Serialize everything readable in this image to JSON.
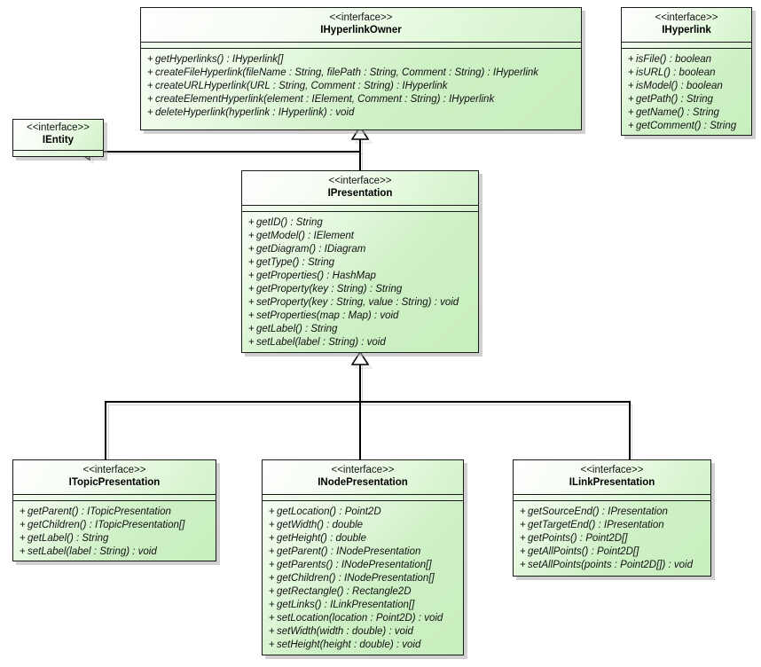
{
  "diagram": {
    "title": "UML Interface Class Diagram",
    "type": "uml-class-diagram",
    "background_color": "#ffffff",
    "class_fill_color": "#cdf0c4",
    "class_border_color": "#1a1a1a",
    "shadow_color": "#aaaaaa"
  },
  "classes": {
    "ihyperlinkowner": {
      "stereotype": "<<interface>>",
      "name": "IHyperlinkOwner",
      "operations": [
        {
          "visibility": "+",
          "signature": "getHyperlinks() : IHyperlink[]"
        },
        {
          "visibility": "+",
          "signature": "createFileHyperlink(fileName : String, filePath : String, Comment : String) : IHyperlink"
        },
        {
          "visibility": "+",
          "signature": "createURLHyperlink(URL : String, Comment : String) : IHyperlink"
        },
        {
          "visibility": "+",
          "signature": "createElementHyperlink(element : IElement, Comment : String) : IHyperlink"
        },
        {
          "visibility": "+",
          "signature": "deleteHyperlink(hyperlink : IHyperlink) : void"
        }
      ]
    },
    "ihyperlink": {
      "stereotype": "<<interface>>",
      "name": "IHyperlink",
      "operations": [
        {
          "visibility": "+",
          "signature": "isFile() : boolean"
        },
        {
          "visibility": "+",
          "signature": "isURL() : boolean"
        },
        {
          "visibility": "+",
          "signature": "isModel() : boolean"
        },
        {
          "visibility": "+",
          "signature": "getPath() : String"
        },
        {
          "visibility": "+",
          "signature": "getName() : String"
        },
        {
          "visibility": "+",
          "signature": "getComment() : String"
        }
      ]
    },
    "ientity": {
      "stereotype": "<<interface>>",
      "name": "IEntity",
      "operations": []
    },
    "ipresentation": {
      "stereotype": "<<interface>>",
      "name": "IPresentation",
      "operations": [
        {
          "visibility": "+",
          "signature": "getID() : String"
        },
        {
          "visibility": "+",
          "signature": "getModel() : IElement"
        },
        {
          "visibility": "+",
          "signature": "getDiagram() : IDiagram"
        },
        {
          "visibility": "+",
          "signature": "getType() : String"
        },
        {
          "visibility": "+",
          "signature": "getProperties() : HashMap"
        },
        {
          "visibility": "+",
          "signature": "getProperty(key : String) : String"
        },
        {
          "visibility": "+",
          "signature": "setProperty(key : String, value : String) : void"
        },
        {
          "visibility": "+",
          "signature": "setProperties(map : Map) : void"
        },
        {
          "visibility": "+",
          "signature": "getLabel() : String"
        },
        {
          "visibility": "+",
          "signature": "setLabel(label : String) : void"
        }
      ]
    },
    "itopicpresentation": {
      "stereotype": "<<interface>>",
      "name": "ITopicPresentation",
      "operations": [
        {
          "visibility": "+",
          "signature": "getParent() : ITopicPresentation"
        },
        {
          "visibility": "+",
          "signature": "getChildren() : ITopicPresentation[]"
        },
        {
          "visibility": "+",
          "signature": "getLabel() : String"
        },
        {
          "visibility": "+",
          "signature": "setLabel(label : String) : void"
        }
      ]
    },
    "inodepresentation": {
      "stereotype": "<<interface>>",
      "name": "INodePresentation",
      "operations": [
        {
          "visibility": "+",
          "signature": "getLocation() : Point2D"
        },
        {
          "visibility": "+",
          "signature": "getWidth() : double"
        },
        {
          "visibility": "+",
          "signature": "getHeight() : double"
        },
        {
          "visibility": "+",
          "signature": "getParent() : INodePresentation"
        },
        {
          "visibility": "+",
          "signature": "getParents() : INodePresentation[]"
        },
        {
          "visibility": "+",
          "signature": "getChildren() : INodePresentation[]"
        },
        {
          "visibility": "+",
          "signature": "getRectangle() : Rectangle2D"
        },
        {
          "visibility": "+",
          "signature": "getLinks() : ILinkPresentation[]"
        },
        {
          "visibility": "+",
          "signature": "setLocation(location : Point2D) : void"
        },
        {
          "visibility": "+",
          "signature": "setWidth(width : double) : void"
        },
        {
          "visibility": "+",
          "signature": "setHeight(height : double) : void"
        }
      ]
    },
    "ilinkpresentation": {
      "stereotype": "<<interface>>",
      "name": "ILinkPresentation",
      "operations": [
        {
          "visibility": "+",
          "signature": "getSourceEnd() : IPresentation"
        },
        {
          "visibility": "+",
          "signature": "getTargetEnd() : IPresentation"
        },
        {
          "visibility": "+",
          "signature": "getPoints() : Point2D[]"
        },
        {
          "visibility": "+",
          "signature": "getAllPoints() : Point2D[]"
        },
        {
          "visibility": "+",
          "signature": "setAllPoints(points : Point2D[]) : void"
        }
      ]
    }
  },
  "relationships": [
    {
      "kind": "generalization",
      "from": "IPresentation",
      "to": "IHyperlinkOwner"
    },
    {
      "kind": "generalization",
      "from": "IPresentation",
      "to": "IEntity"
    },
    {
      "kind": "generalization",
      "from": "ITopicPresentation",
      "to": "IPresentation"
    },
    {
      "kind": "generalization",
      "from": "INodePresentation",
      "to": "IPresentation"
    },
    {
      "kind": "generalization",
      "from": "ILinkPresentation",
      "to": "IPresentation"
    }
  ]
}
